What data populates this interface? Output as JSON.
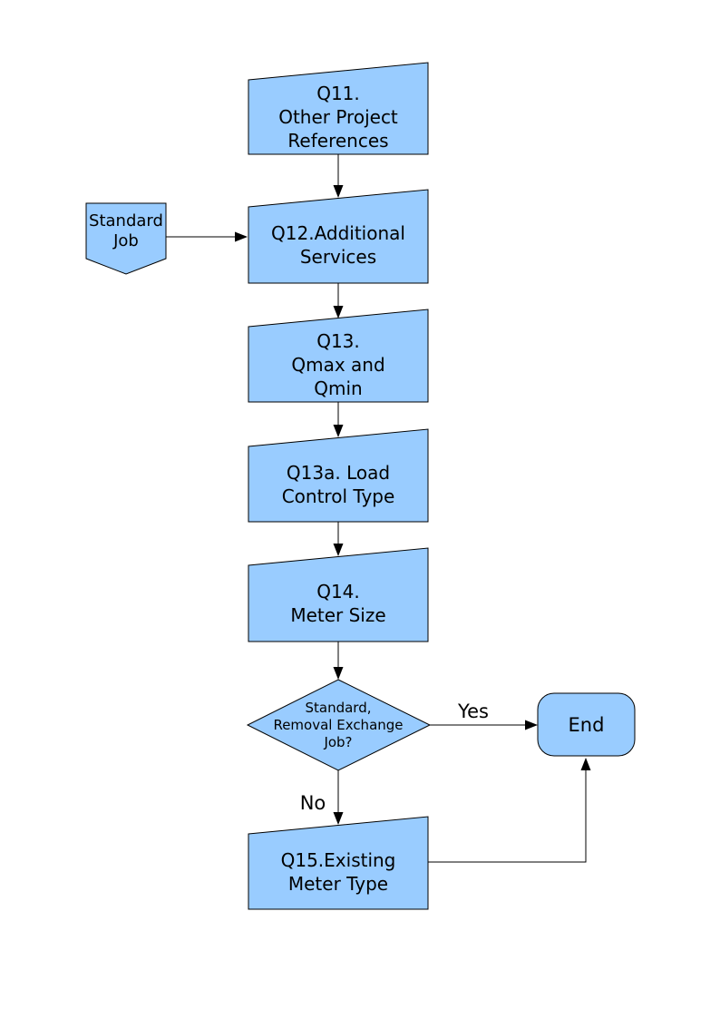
{
  "colors": {
    "node_fill": "#99CCFF",
    "node_border": "#000000",
    "connector": "#000000",
    "text": "#000000"
  },
  "nodes": {
    "q11": {
      "label": "Q11.\nOther Project\nReferences",
      "shape": "slanted-top-rect"
    },
    "standard_job": {
      "label": "Standard\nJob",
      "shape": "pentagon-down"
    },
    "q12": {
      "label": "Q12.Additional\nServices",
      "shape": "slanted-top-rect"
    },
    "q13": {
      "label": "Q13.\nQmax and\nQmin",
      "shape": "slanted-top-rect"
    },
    "q13a": {
      "label": "Q13a. Load\nControl Type",
      "shape": "slanted-top-rect"
    },
    "q14": {
      "label": "Q14.\nMeter Size",
      "shape": "slanted-top-rect"
    },
    "decision": {
      "label": "Standard,\nRemoval Exchange\nJob?",
      "shape": "diamond"
    },
    "end": {
      "label": "End",
      "shape": "terminator"
    },
    "q15": {
      "label": "Q15.Existing\nMeter Type",
      "shape": "slanted-top-rect"
    }
  },
  "edges": {
    "yes_label": "Yes",
    "no_label": "No"
  }
}
